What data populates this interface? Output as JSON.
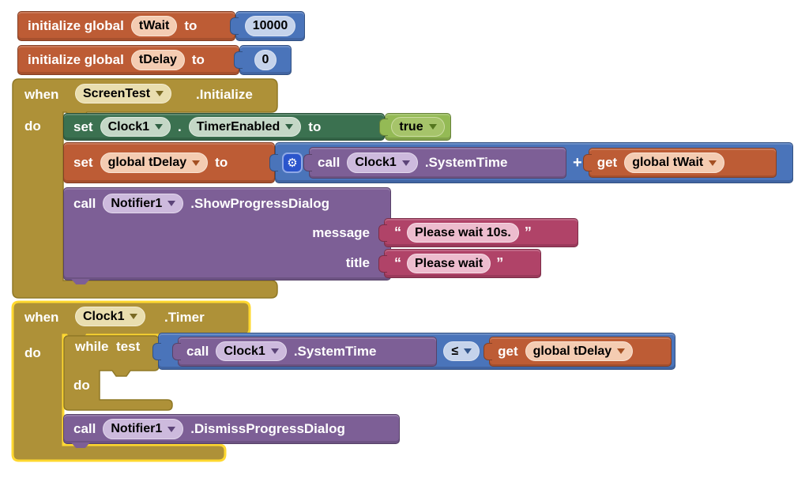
{
  "blocks": {
    "init_twait": {
      "keyword": "initialize global",
      "var": "tWait",
      "to": "to",
      "value": "10000"
    },
    "init_tdelay": {
      "keyword": "initialize global",
      "var": "tDelay",
      "to": "to",
      "value": "0"
    },
    "when_screentest": {
      "when": "when",
      "component": "ScreenTest",
      "event": ".Initialize",
      "do": "do"
    },
    "set_timerenabled": {
      "set": "set",
      "component": "Clock1",
      "dot": ".",
      "property": "TimerEnabled",
      "to": "to"
    },
    "true_value": "true",
    "set_global_tdelay": {
      "set": "set",
      "var": "global tDelay",
      "to": "to"
    },
    "call_systemtime_a": {
      "call": "call",
      "component": "Clock1",
      "method": ".SystemTime"
    },
    "plus_op": "+",
    "get_global_twait": {
      "get": "get",
      "var": "global tWait"
    },
    "call_showprogress": {
      "call": "call",
      "component": "Notifier1",
      "method": ".ShowProgressDialog",
      "param_message": "message",
      "param_title": "title"
    },
    "text_message": {
      "open": "“",
      "value": "Please wait 10s.",
      "close": "”"
    },
    "text_title": {
      "open": "“",
      "value": "Please wait",
      "close": "”"
    },
    "when_clock_timer": {
      "when": "when",
      "component": "Clock1",
      "event": ".Timer",
      "do": "do"
    },
    "while_block": {
      "while": "while",
      "test": "test",
      "do": "do"
    },
    "call_systemtime_b": {
      "call": "call",
      "component": "Clock1",
      "method": ".SystemTime"
    },
    "leq_op": "≤",
    "get_global_tdelay": {
      "get": "get",
      "var": "global tDelay"
    },
    "call_dismissprogress": {
      "call": "call",
      "component": "Notifier1",
      "method": ".DismissProgressDialog"
    }
  },
  "icons": {
    "mutator_gear": "⚙"
  },
  "colors": {
    "variable_orange": "#BD5C35",
    "math_blue": "#4A74BA",
    "logic_green": "#94BA55",
    "component_set_green": "#3B7150",
    "event_gold": "#AE9138",
    "procedure_purple": "#7D5F96",
    "text_magenta": "#B04368",
    "highlight_yellow": "#FFD82F",
    "mutator_blue": "#2B55CC"
  }
}
